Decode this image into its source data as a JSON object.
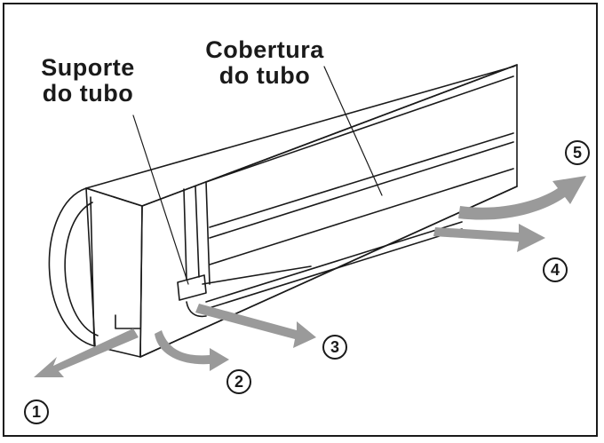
{
  "labels": {
    "pipe_support_line1": "Suporte",
    "pipe_support_line2": "do tubo",
    "pipe_cover_line1": "Cobertura",
    "pipe_cover_line2": "do tubo"
  },
  "outlets": [
    "1",
    "2",
    "3",
    "4",
    "5"
  ],
  "colors": {
    "arrow": "#9a9a9a",
    "outline": "#1a1a1a",
    "background": "#ffffff"
  }
}
